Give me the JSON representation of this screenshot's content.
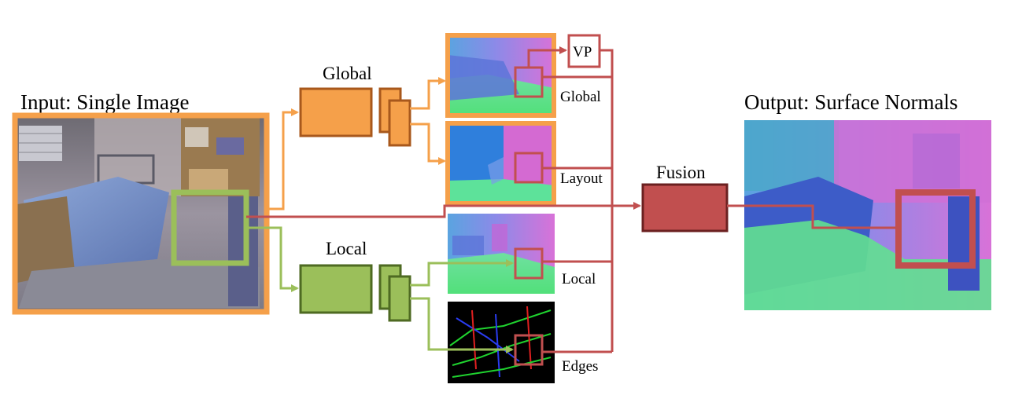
{
  "labels": {
    "input": "Input: Single Image",
    "output": "Output: Surface Normals",
    "global_net": "Global",
    "local_net": "Local",
    "fusion": "Fusion",
    "vp": "VP",
    "global_map": "Global",
    "layout_map": "Layout",
    "local_map": "Local",
    "edges_map": "Edges"
  },
  "colors": {
    "global_branch": "#f5a04a",
    "global_dark": "#a8581c",
    "local_branch": "#9bbf5a",
    "local_dark": "#4e6a22",
    "fusion": "#c14f4f",
    "fusion_dark": "#6b2020",
    "crop_box": "#c14f4f"
  }
}
